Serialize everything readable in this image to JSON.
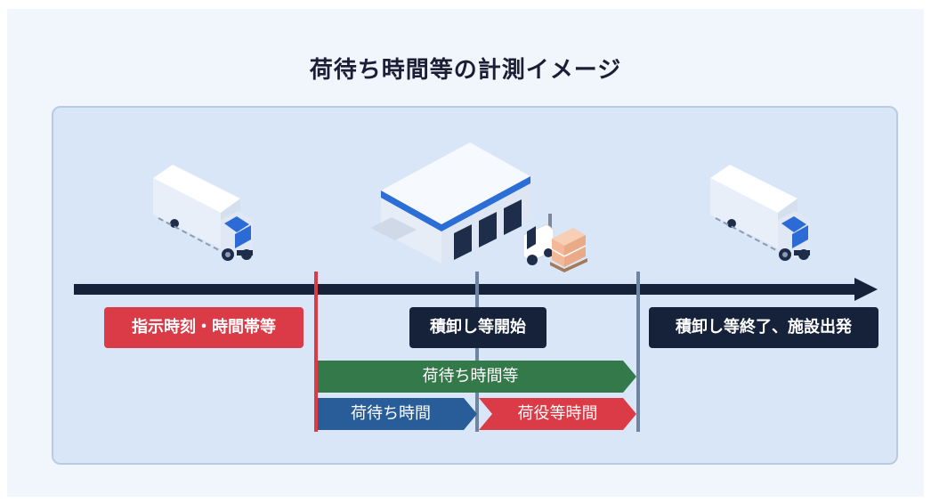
{
  "title": "荷待ち時間等の計測イメージ",
  "labels": {
    "instruction_time": "指示時刻・時間帯等",
    "unloading_start": "積卸し等開始",
    "unloading_end_departure": "積卸し等終了、施設出発"
  },
  "bars": {
    "total": "荷待ち時間等",
    "waiting": "荷待ち時間",
    "handling": "荷役等時間"
  },
  "colors": {
    "red": "#db3b46",
    "dark_navy": "#16213a",
    "green": "#34794a",
    "blue": "#285d99",
    "panel": "#d9e6f8",
    "marker_gray": "#6e84a0"
  }
}
